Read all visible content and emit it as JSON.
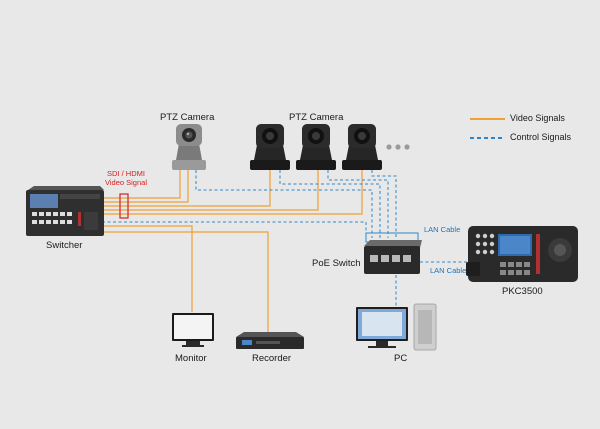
{
  "legend": {
    "video": "Video Signals",
    "control": "Control Signals",
    "video_color": "#f0a035",
    "control_color": "#2e86c9"
  },
  "devices": {
    "ptz_camera_1": "PTZ Camera",
    "ptz_camera_group": "PTZ Camera",
    "switcher": "Switcher",
    "poe_switch": "PoE Switch",
    "pkc3500": "PKC3500",
    "monitor": "Monitor",
    "recorder": "Recorder",
    "pc": "PC"
  },
  "annotations": {
    "sdi_hdmi_line1": "SDI / HDMI",
    "sdi_hdmi_line2": "Video Signal",
    "lan_cable_1": "LAN Cable",
    "lan_cable_2": "LAN Cable",
    "more_cameras": "..."
  }
}
